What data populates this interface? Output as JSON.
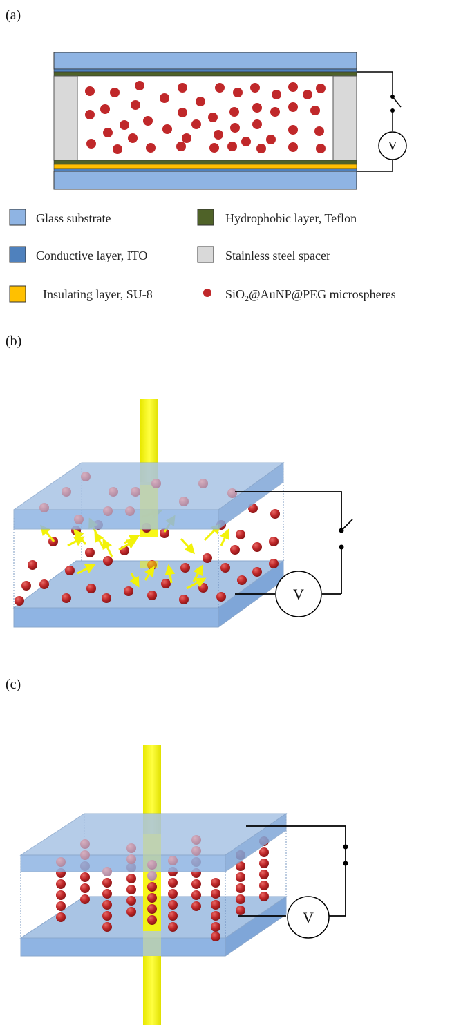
{
  "panels": [
    {
      "label": "(a)"
    },
    {
      "label": "(b)"
    },
    {
      "label": "(c)"
    }
  ],
  "voltmeter": {
    "label": "V"
  },
  "legend": [
    {
      "label": "Glass substrate",
      "color": "#8fb4e3"
    },
    {
      "label": "Hydrophobic layer,  Teflon",
      "color": "#4f6228"
    },
    {
      "label": "Conductive layer, ITO",
      "color": "#4f81bd"
    },
    {
      "label": "Stainless steel spacer",
      "color": "#d9d9d9"
    },
    {
      "label": "Insulating layer, SU-8",
      "color": "#ffc000"
    },
    {
      "label_main": "SiO",
      "label_sub": "2",
      "label_rest": "@AuNP@PEG microspheres",
      "color": "#c0282a"
    }
  ],
  "colors": {
    "glass": "#8fb4e3",
    "ito": "#4f81bd",
    "teflon": "#4f6228",
    "spacer": "#d9d9d9",
    "su8": "#ffc000",
    "sphere": "#c0282a",
    "light_beam": "#f7f700",
    "arrow": "#f2f20a"
  }
}
